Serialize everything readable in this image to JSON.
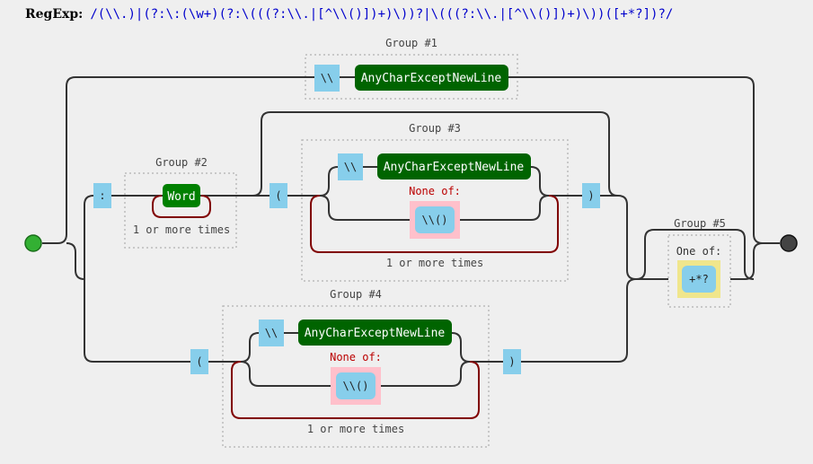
{
  "header": {
    "label": "RegExp:",
    "pattern": "/(\\\\.)|(?:\\:(\\w+)(?:\\(((?:\\\\.|[^\\\\()])+)\\))?|\\(((?:\\\\.|[^\\\\()])+)\\))([+*?])?/"
  },
  "groups": {
    "g1": "Group #1",
    "g2": "Group #2",
    "g3": "Group #3",
    "g4": "Group #4",
    "g5": "Group #5"
  },
  "nodes": {
    "g1_backslash": "\\\\",
    "g1_any": "AnyCharExceptNewLine",
    "colon": ":",
    "word": "Word",
    "g2_repeat": "1 or more times",
    "open_paren_1": "(",
    "g3_backslash": "\\\\",
    "g3_any": "AnyCharExceptNewLine",
    "g3_none_of": "None of:",
    "g3_chars": "\\\\()",
    "g3_repeat": "1 or more times",
    "close_paren_1": ")",
    "open_paren_2": "(",
    "g4_backslash": "\\\\",
    "g4_any": "AnyCharExceptNewLine",
    "g4_none_of": "None of:",
    "g4_chars": "\\\\()",
    "g4_repeat": "1 or more times",
    "close_paren_2": ")",
    "g5_one_of": "One of:",
    "g5_chars": "+*?"
  },
  "colors": {
    "literal": "#87ceeb",
    "named_class": "#006400",
    "negated": "#ffc0cb",
    "char_class": "#f0e68c",
    "repeat_loop": "#800000",
    "pattern_text": "#0000cc"
  }
}
